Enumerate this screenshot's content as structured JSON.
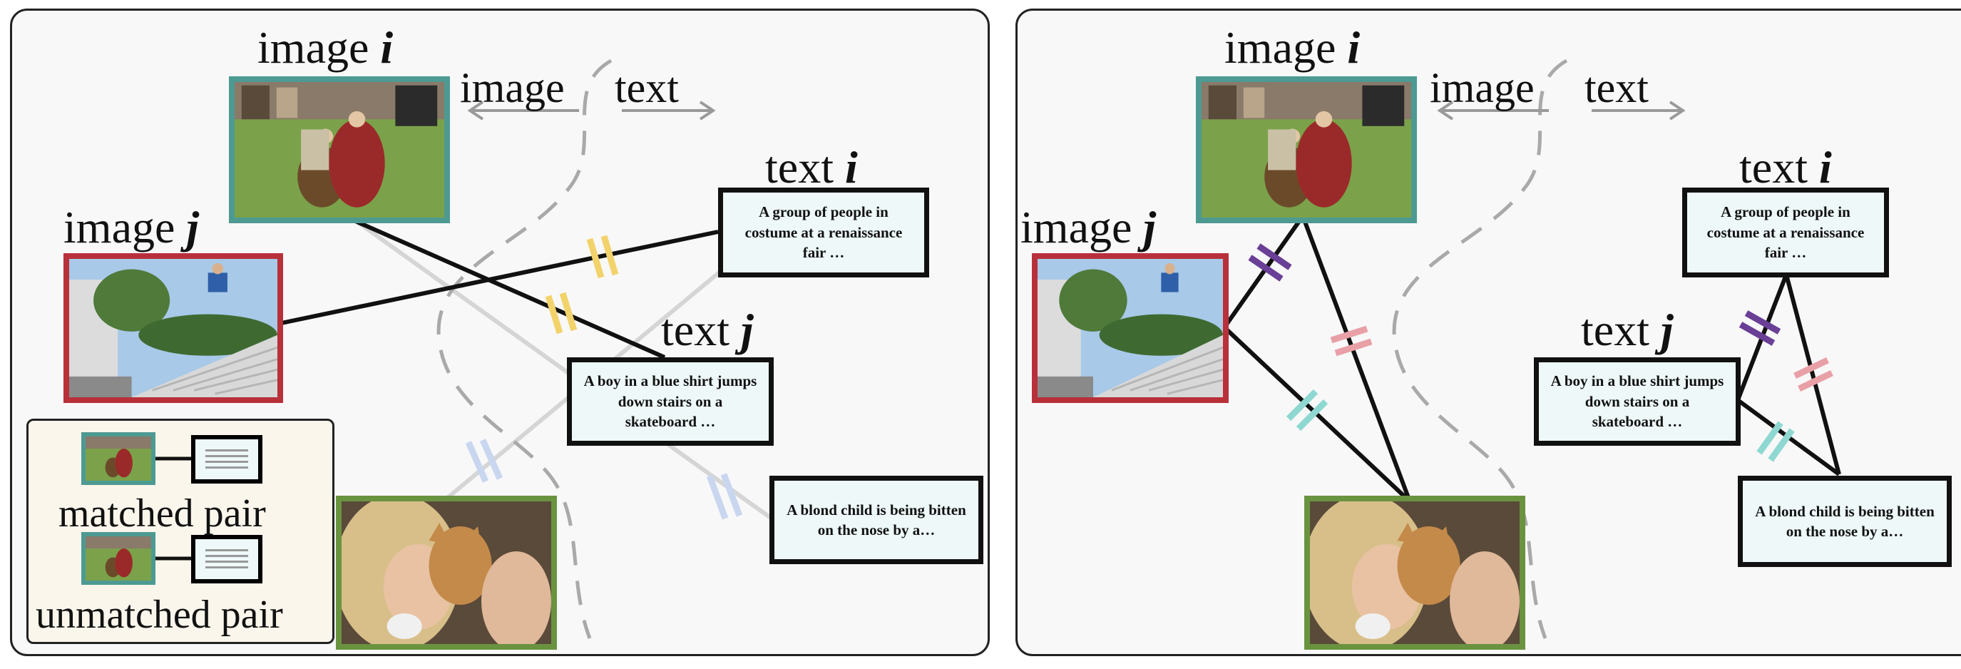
{
  "panels": {
    "left": {
      "image_i_label": "image",
      "image_i_var": "i",
      "image_j_label": "image",
      "image_j_var": "j",
      "text_i_label": "text",
      "text_i_var": "i",
      "text_j_label": "text",
      "text_j_var": "j",
      "axis_image": "image",
      "axis_text": "text",
      "caption_i": "A group of people in costume at a renaissance fair …",
      "caption_j": "A boy in a blue shirt jumps down stairs on a skateboard …",
      "caption_k": "A blond child is being bitten on the nose by a…",
      "legend": {
        "matched": "matched pair",
        "unmatched": "unmatched pair"
      }
    },
    "right": {
      "image_i_label": "image",
      "image_i_var": "i",
      "image_j_label": "image",
      "image_j_var": "j",
      "text_i_label": "text",
      "text_i_var": "i",
      "text_j_label": "text",
      "text_j_var": "j",
      "axis_image": "image",
      "axis_text": "text",
      "caption_i": "A group of people in costume at a renaissance fair …",
      "caption_j": "A boy in a blue shirt jumps down stairs on a skateboard …",
      "caption_k": "A blond child is being bitten on the nose by a…"
    }
  },
  "colors": {
    "teal": "#4d9a92",
    "red": "#b8303a",
    "green": "#6a9340",
    "tick_yellow": "#f2d36b",
    "tick_lightblue": "#c9d6f0",
    "tick_purple": "#6a3f96",
    "tick_pink": "#e8a0a6",
    "tick_cyan": "#8fd8d2"
  },
  "icons": {
    "photo_i": "renaissance-fair-photo",
    "photo_j": "skateboard-stairs-photo",
    "photo_k": "child-with-kitten-photo"
  }
}
